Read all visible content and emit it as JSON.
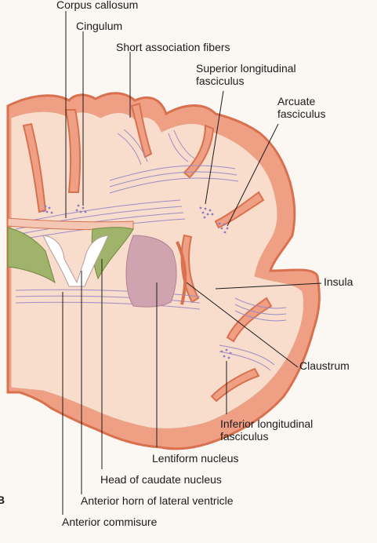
{
  "figure": {
    "panel_letter": "B",
    "labels": {
      "corpus_callosum": "Corpus callosum",
      "cingulum": "Cingulum",
      "short_association_fibers": "Short association fibers",
      "superior_longitudinal_fasciculus": "Superior longitudinal fasciculus",
      "arcuate_fasciculus": "Arcuate fasciculus",
      "insula": "Insula",
      "claustrum": "Claustrum",
      "inferior_longitudinal_fasciculus": "Inferior longitudinal fasciculus",
      "lentiform_nucleus": "Lentiform nucleus",
      "head_of_caudate_nucleus": "Head of caudate nucleus",
      "anterior_horn_lateral_ventricle": "Anterior horn of lateral ventricle",
      "anterior_commisure": "Anterior commisure"
    },
    "colors": {
      "cortex": "#ef9f84",
      "cortex_edge": "#d9714f",
      "white_matter": "#f8dccc",
      "fiber_lines": "#9d8cc3",
      "dots": "#8d7cc0",
      "caudate_green": "#9fb36a",
      "lentiform": "#cfa3b0",
      "leader_lines": "#1b1b1b"
    }
  }
}
